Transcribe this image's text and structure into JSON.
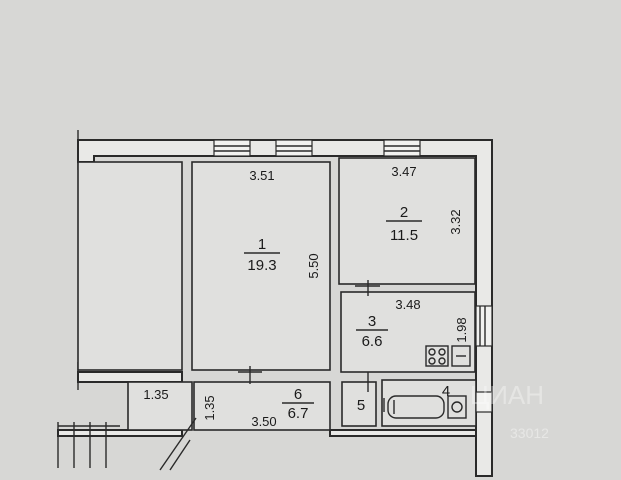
{
  "rooms": [
    {
      "number": "1",
      "area": "19.3",
      "width": "3.51",
      "length": "5.50"
    },
    {
      "number": "2",
      "area": "11.5",
      "width": "3.47",
      "length": "3.32"
    },
    {
      "number": "3",
      "area": "6.6",
      "width": "3.48",
      "length": "1.98"
    },
    {
      "number": "4"
    },
    {
      "number": "5"
    },
    {
      "number": "6",
      "area": "6.7",
      "width": "3.50",
      "length": "1.35"
    }
  ],
  "dimensions": {
    "corridor_small": "1.35"
  },
  "watermark": {
    "text": "ЦИАН",
    "code": "33012"
  }
}
